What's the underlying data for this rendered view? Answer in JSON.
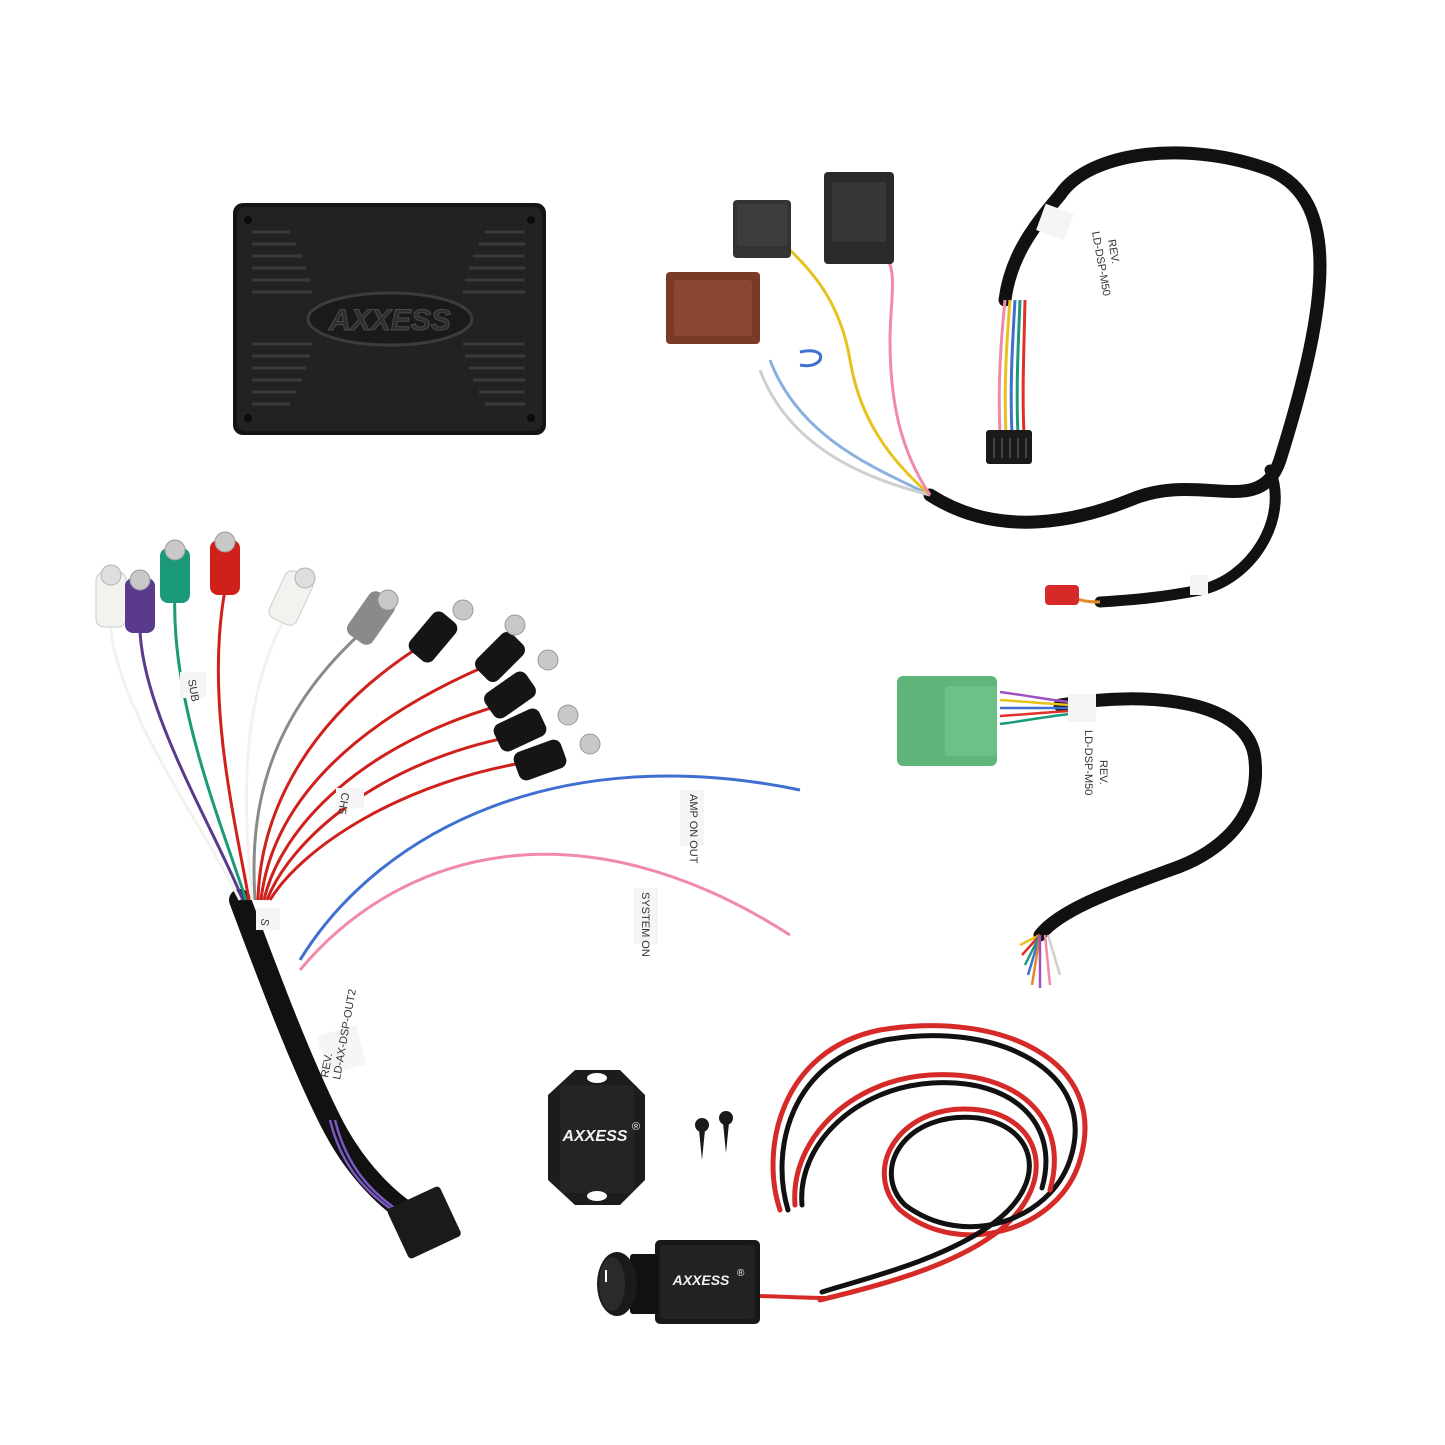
{
  "brand": {
    "logo_text": "AXXESS",
    "registered_mark": "®"
  },
  "labels": {
    "sub": "SUB",
    "ch5": "CH5",
    "s": "S",
    "amp_on_out": "AMP ON OUT",
    "system_on": "SYSTEM ON",
    "harness_tag_top": "LD-DSP-M50",
    "harness_tag_top_rev": "REV.",
    "harness_tag_mid": "LD-DSP-M50",
    "harness_tag_mid_rev": "REV.",
    "harness_tag_left": "LD-AX-DSP-OUT2",
    "harness_tag_left_rev": "REV."
  },
  "colors": {
    "background": "#ffffff",
    "module_body": "#1e1e1e",
    "loom": "#111111",
    "rca_red": "#d0201c",
    "rca_white": "#f2f2ee",
    "rca_green": "#1a9a78",
    "rca_purple": "#5a3a8c",
    "rca_grey": "#8a8a8a",
    "green_plug": "#5fb57a",
    "brown_plug": "#7a3a26",
    "wire_red": "#e0302a",
    "wire_blue": "#3f6fd0",
    "wire_pink": "#f08aa8",
    "wire_yellow": "#e8c21c"
  }
}
